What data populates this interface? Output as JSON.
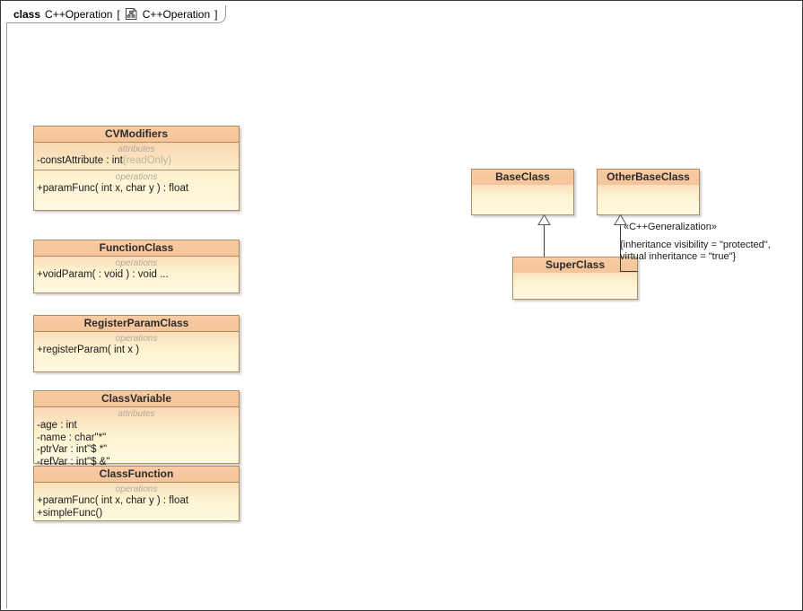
{
  "frame": {
    "kind": "class",
    "name": "C++Operation",
    "bracket_open": "[",
    "bracket_close": "]",
    "icon": "diagram-icon",
    "icon_label": "C++Operation"
  },
  "labels": {
    "attributes": "attributes",
    "operations": "operations"
  },
  "classes": [
    {
      "id": "cvmodifiers",
      "name": "CVModifiers",
      "attributes": [
        {
          "text": "-constAttribute : int",
          "constraint": "{readOnly}"
        }
      ],
      "operations": [
        {
          "text": "+paramFunc( int x, char y ) : float"
        }
      ]
    },
    {
      "id": "functionclass",
      "name": "FunctionClass",
      "operations": [
        {
          "text": "+voidParam(  : void ) : void ..."
        }
      ]
    },
    {
      "id": "registerparamclass",
      "name": "RegisterParamClass",
      "operations": [
        {
          "text": "+registerParam( int x )"
        }
      ]
    },
    {
      "id": "classvariable",
      "name": "ClassVariable",
      "attributes": [
        {
          "text": "-age : int"
        },
        {
          "text": "-name : char\"*\""
        },
        {
          "text": "-ptrVar : int\"$ *\""
        },
        {
          "text": "-refVar : int\"$ &\""
        }
      ]
    },
    {
      "id": "classfunction",
      "name": "ClassFunction",
      "operations": [
        {
          "text": "+paramFunc( int x, char y ) : float"
        },
        {
          "text": "+simpleFunc()"
        }
      ]
    },
    {
      "id": "baseclass",
      "name": "BaseClass"
    },
    {
      "id": "otherbaseclass",
      "name": "OtherBaseClass"
    },
    {
      "id": "superclass",
      "name": "SuperClass"
    }
  ],
  "generalization": {
    "stereotype": "«C++Generalization»",
    "constraint_line1": "{inheritance visibility = \"protected\",",
    "constraint_line2": "virtual inheritance = \"true\"}"
  },
  "colors": {
    "class_border": "#b08c62",
    "class_fill_top": "#f6c9a0",
    "class_fill_bottom": "#fdf8e0",
    "connector": "#3a3a3a",
    "constraint_text": "#c2b49e",
    "compartment_label": "#b3a89a"
  }
}
